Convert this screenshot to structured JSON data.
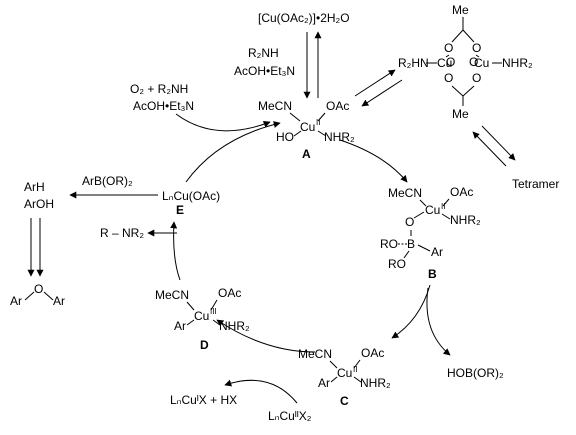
{
  "reagents": {
    "cu_source": "[Cu(OAc₂)]•2H₂O",
    "amine_top": "R₂NH",
    "acid_top": "AcOH•Et₃N",
    "o2_amine": "O₂ + R₂NH",
    "acid_left": "AcOH•Et₃N",
    "boronic_input": "ArB(OR)₂",
    "hob_byproduct": "HOB(OR)₂",
    "cu_red_product": "LₙCuᴵX + HX",
    "cu_red_start": "LₙCuᴵᴵX₂",
    "tetramer": "Tetramer"
  },
  "side_products": {
    "arh": "ArH",
    "aroh": "ArOH",
    "ether_ar1": "Ar",
    "ether_o": "O",
    "ether_ar2": "Ar"
  },
  "dimer": {
    "left_amine": "R₂HN",
    "cu1": "Cu",
    "cu2": "Cu",
    "right_amine": "NHR₂",
    "top_me": "Me",
    "bottom_me": "Me",
    "o_tl": "O",
    "o_tr": "O",
    "o_bl": "O",
    "o_br": "O",
    "o_cl": "O",
    "o_cr": "O"
  },
  "complexes": {
    "A": {
      "label": "A",
      "mecn": "MeCN",
      "oac": "OAc",
      "cu": "Cu",
      "ox": "II",
      "ho": "HO",
      "amine": "NHR₂"
    },
    "B": {
      "label": "B",
      "mecn": "MeCN",
      "oac": "OAc",
      "cu": "Cu",
      "ox": "II",
      "amine": "NHR₂",
      "o": "O",
      "ro1": "RO",
      "b": "B",
      "ar": "Ar",
      "ro2": "RO"
    },
    "C": {
      "label": "C",
      "mecn": "MeCN",
      "oac": "OAc",
      "cu": "Cu",
      "ox": "II",
      "ar": "Ar",
      "amine": "NHR₂"
    },
    "D": {
      "label": "D",
      "mecn": "MeCN",
      "oac": "OAc",
      "cu": "Cu",
      "ox": "III",
      "ar": "Ar",
      "amine": "NHR₂"
    },
    "E": {
      "label": "E",
      "formula": "LₙCu(OAc)"
    }
  },
  "product": {
    "text": "R – NR₂"
  }
}
